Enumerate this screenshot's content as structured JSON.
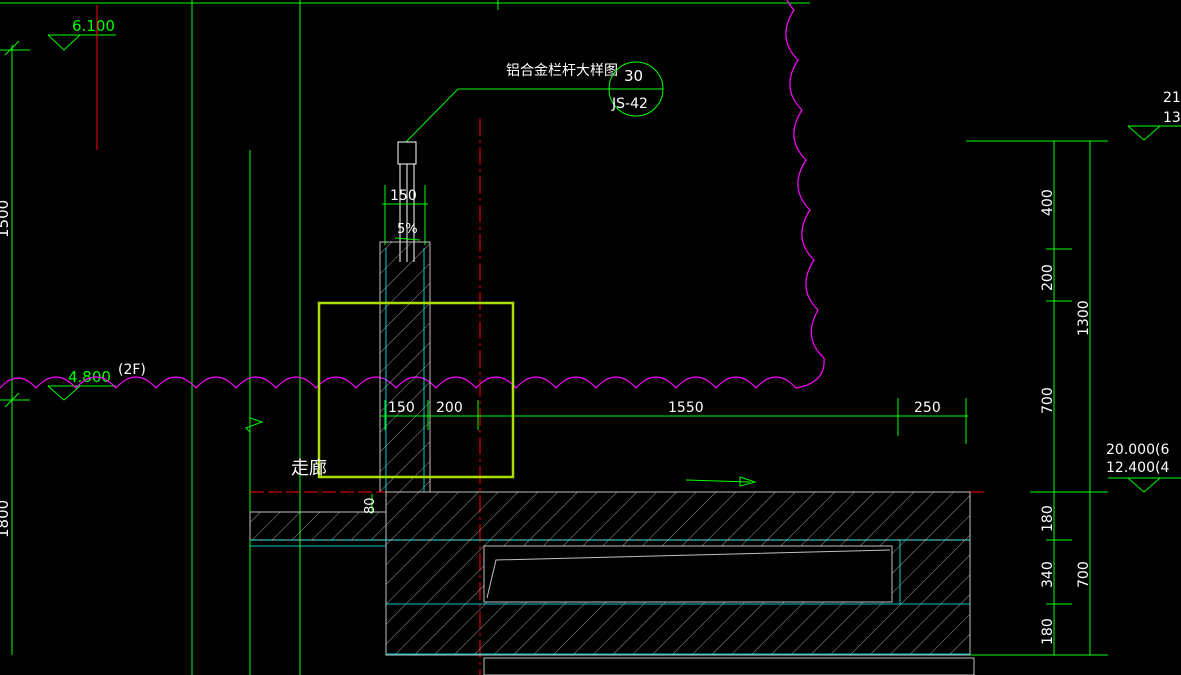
{
  "colors": {
    "background": "#000000",
    "green": "#00ff00",
    "white": "#ffffff",
    "magenta": "#ff00ff",
    "red": "#ff0000",
    "cyan": "#00ffff",
    "yellowgreen": "#aadd00",
    "grey": "#c0c0c0"
  },
  "levels": {
    "top_left": "6.100",
    "mid_left": "4.800",
    "mid_left_note": "(2F)",
    "right_top_a": "21",
    "right_top_b": "13",
    "right_mid_a": "20.000(6",
    "right_mid_b": "12.400(4"
  },
  "labels": {
    "railing_callout": "铝合金栏杆大样图",
    "detail_number": "30",
    "sheet_ref": "JS-42",
    "corridor": "走廊",
    "slope": "5%"
  },
  "dims": {
    "top_width": "150",
    "bottom_a": "150",
    "bottom_b": "200",
    "bottom_c": "1550",
    "bottom_d": "250",
    "slab": "80",
    "right_1": "400",
    "right_2": "200",
    "right_3": "700",
    "right_total_top": "1300",
    "right_4": "180",
    "right_5": "340",
    "right_6": "180",
    "right_total_bottom": "700",
    "left_top": "1500",
    "left_bottom": "1800"
  }
}
